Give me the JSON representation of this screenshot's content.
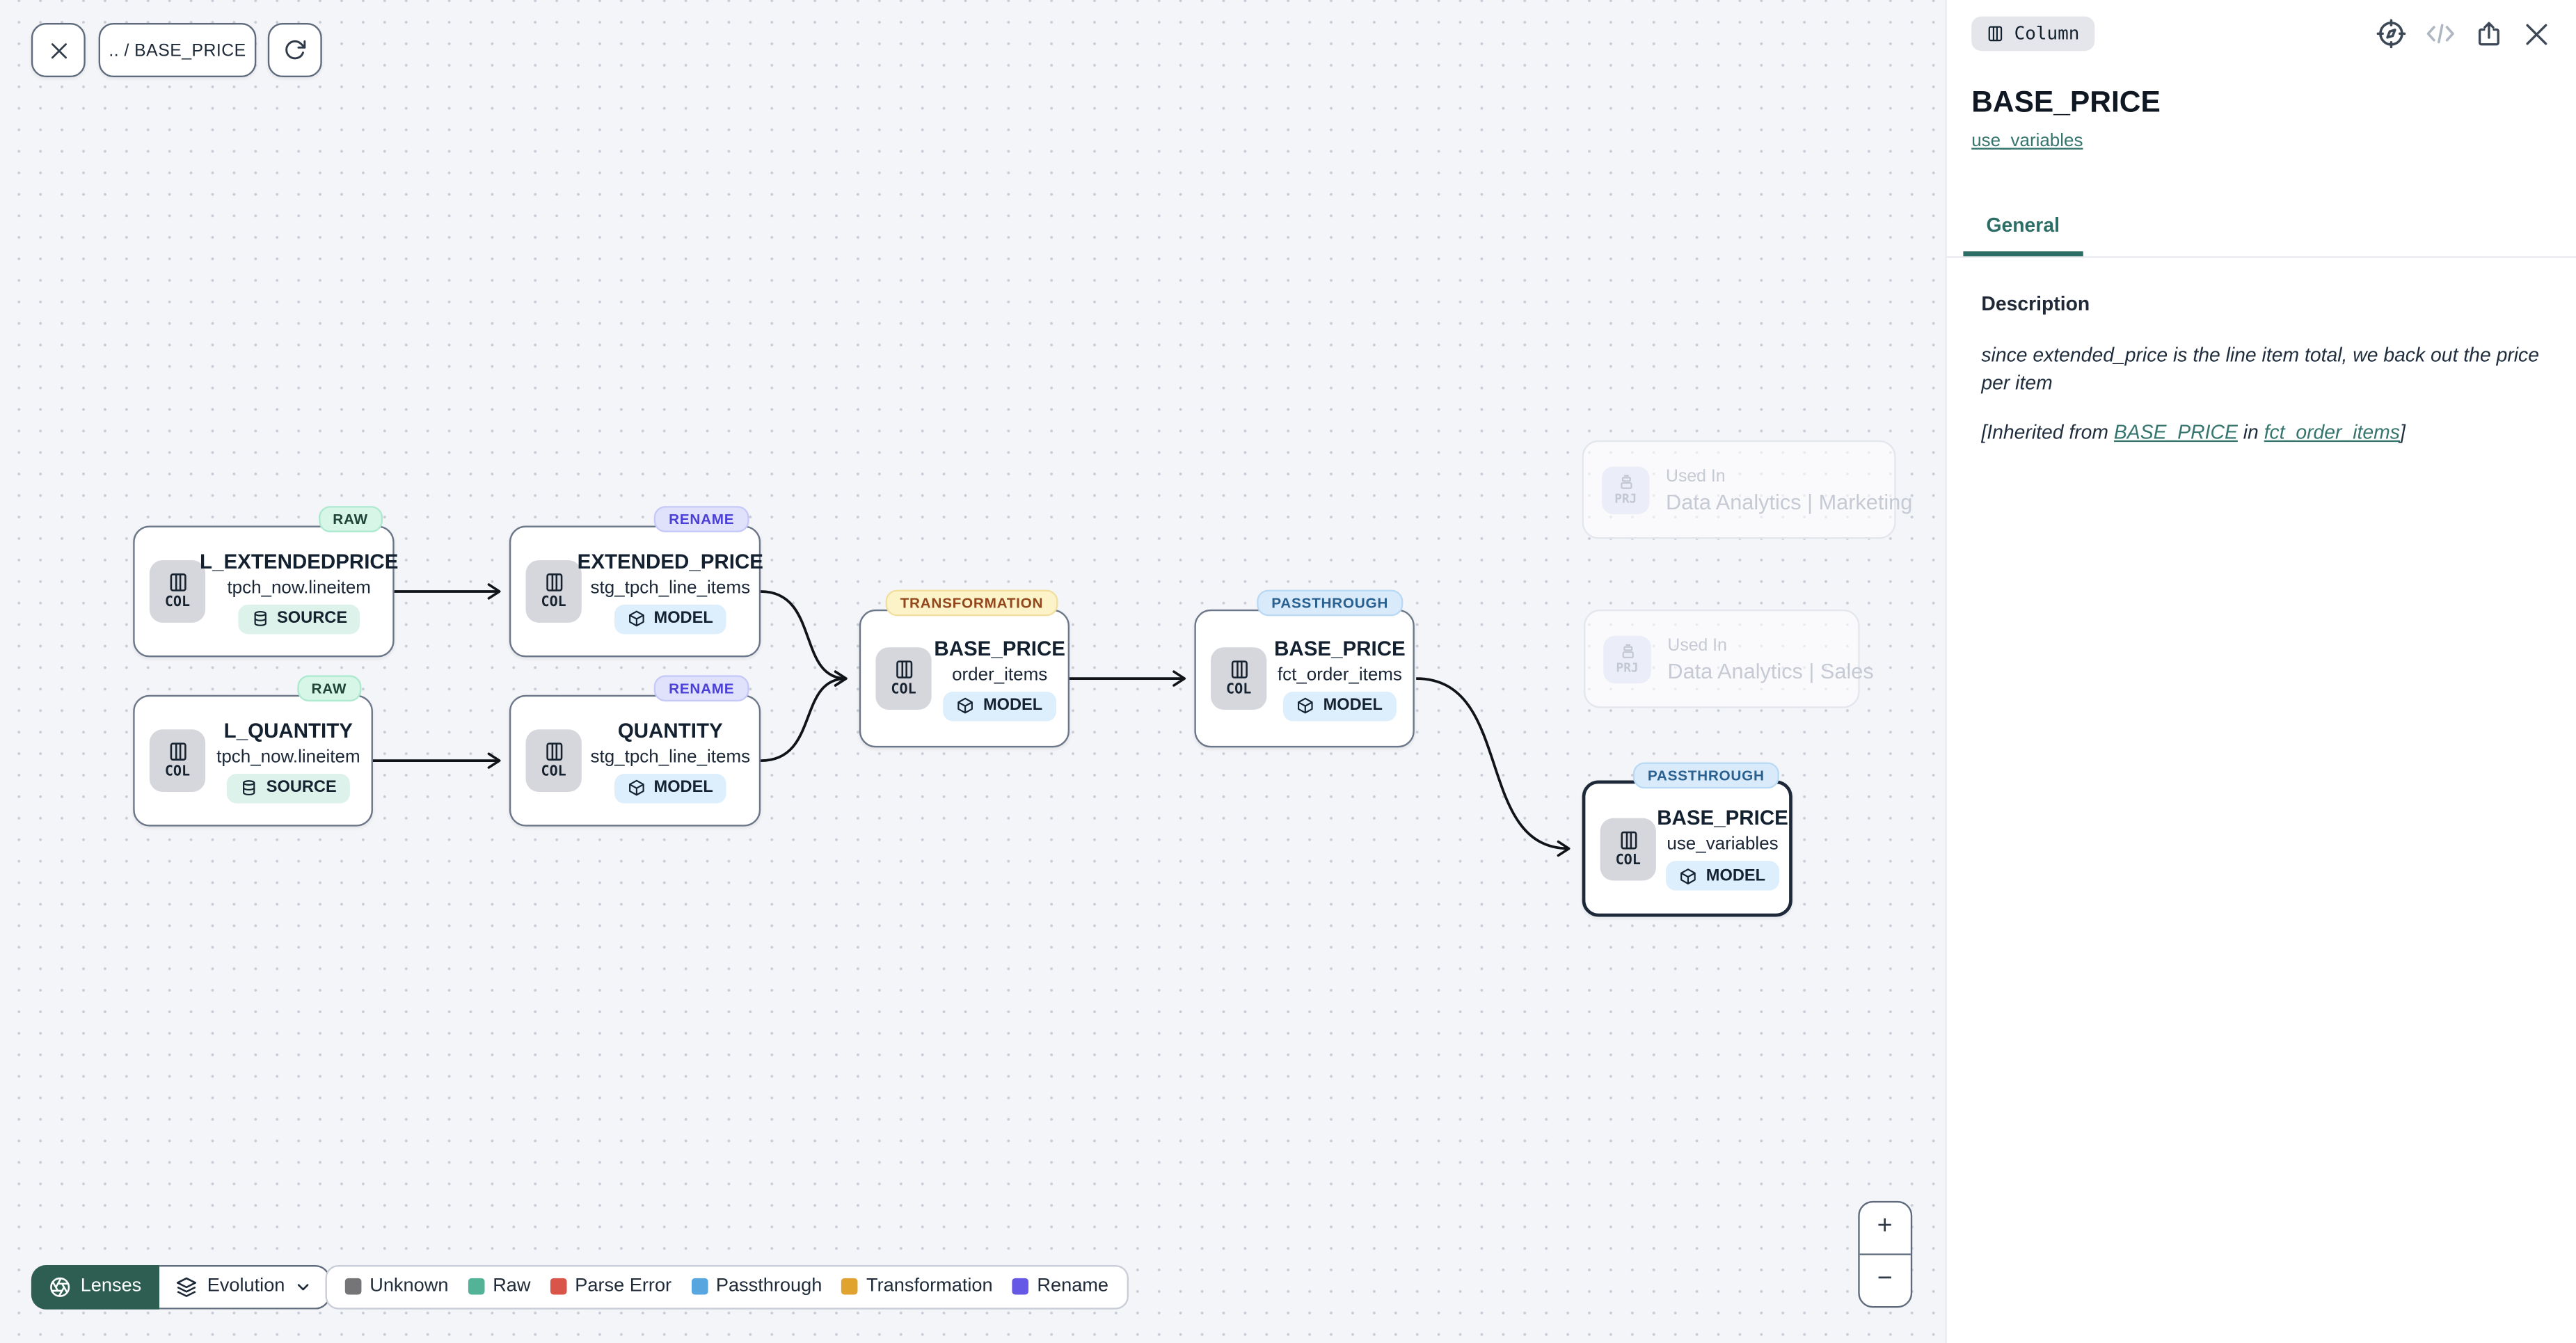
{
  "toolbar": {
    "breadcrumb": ".. / BASE_PRICE"
  },
  "canvas": {
    "nodes": [
      {
        "badge": "RAW",
        "kind": "COL",
        "title": "L_EXTENDEDPRICE",
        "subtitle": "tpch_now.lineitem",
        "chip": "SOURCE"
      },
      {
        "badge": "RENAME",
        "kind": "COL",
        "title": "EXTENDED_PRICE",
        "subtitle": "stg_tpch_line_items",
        "chip": "MODEL"
      },
      {
        "badge": "RAW",
        "kind": "COL",
        "title": "L_QUANTITY",
        "subtitle": "tpch_now.lineitem",
        "chip": "SOURCE"
      },
      {
        "badge": "RENAME",
        "kind": "COL",
        "title": "QUANTITY",
        "subtitle": "stg_tpch_line_items",
        "chip": "MODEL"
      },
      {
        "badge": "TRANSFORMATION",
        "kind": "COL",
        "title": "BASE_PRICE",
        "subtitle": "order_items",
        "chip": "MODEL"
      },
      {
        "badge": "PASSTHROUGH",
        "kind": "COL",
        "title": "BASE_PRICE",
        "subtitle": "fct_order_items",
        "chip": "MODEL"
      },
      {
        "badge": "PASSTHROUGH",
        "kind": "COL",
        "title": "BASE_PRICE",
        "subtitle": "use_variables",
        "chip": "MODEL"
      }
    ],
    "used_in": [
      {
        "tag": "PRJ",
        "label": "Used In",
        "name": "Data Analytics | Marketing"
      },
      {
        "tag": "PRJ",
        "label": "Used In",
        "name": "Data Analytics | Sales"
      }
    ]
  },
  "controls": {
    "lenses_label": "Lenses",
    "mode_label": "Evolution",
    "zoom_in": "+",
    "zoom_out": "−"
  },
  "legend": {
    "items": [
      {
        "label": "Unknown",
        "color": "#757578"
      },
      {
        "label": "Raw",
        "color": "#53b397"
      },
      {
        "label": "Parse Error",
        "color": "#d95549"
      },
      {
        "label": "Passthrough",
        "color": "#58a6e0"
      },
      {
        "label": "Transformation",
        "color": "#e0a32e"
      },
      {
        "label": "Rename",
        "color": "#6558e6"
      }
    ]
  },
  "panel": {
    "type_chip": "Column",
    "title": "BASE_PRICE",
    "subtitle_link": "use_variables",
    "tabs": [
      {
        "label": "General"
      }
    ],
    "description": {
      "heading": "Description",
      "body": "since extended_price is the line item total, we back out the price per item",
      "inherited_prefix": "[Inherited from ",
      "inherited_link1": "BASE_PRICE",
      "inherited_mid": " in ",
      "inherited_link2": "fct_order_items",
      "inherited_suffix": "]"
    }
  },
  "colors": {
    "accent_teal": "#2c6e66",
    "lenses_bg": "#2e5e52",
    "selected_border": "#1d2939",
    "badge_raw_bg": "#d7f6e8",
    "badge_rename_bg": "#e0e2fc",
    "badge_transformation_bg": "#fcf3c9",
    "badge_passthrough_bg": "#d9ebfa",
    "edge": "#101419"
  }
}
